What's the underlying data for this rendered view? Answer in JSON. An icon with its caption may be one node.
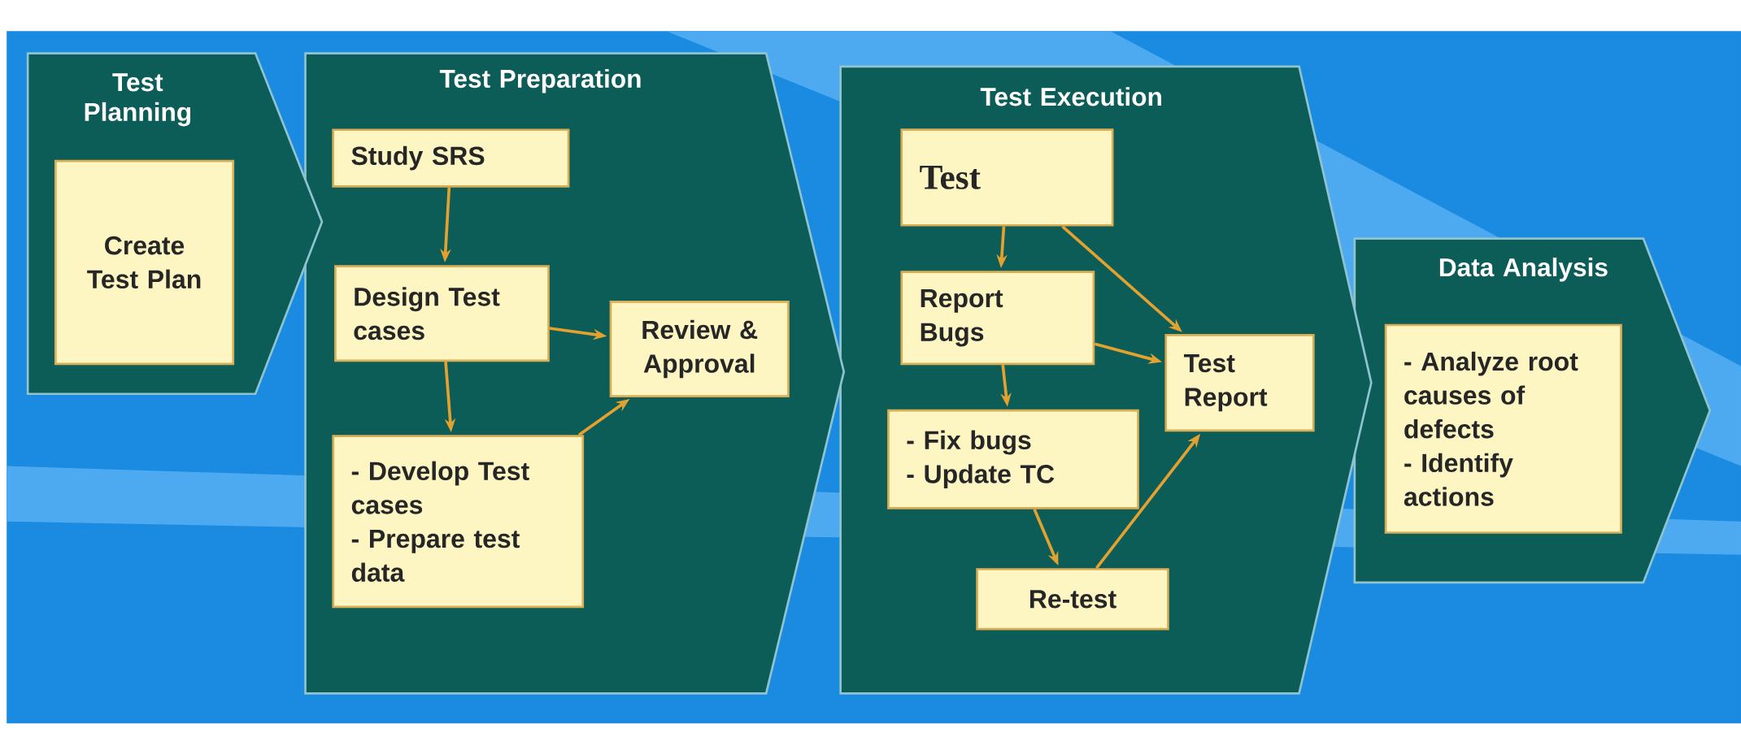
{
  "diagram": {
    "nodes": [
      {
        "text": [
          "Test Planning"
        ]
      },
      {
        "text": [
          "Create Test Plan"
        ],
        "in": 0
      },
      {
        "text": [
          "Test Preparation"
        ]
      },
      {
        "text": [
          "Study SRS"
        ],
        "in": 2
      },
      {
        "text": [
          "Design Test cases"
        ],
        "in": 2
      },
      {
        "text": [
          "Review & Approval"
        ],
        "in": 2
      },
      {
        "text": [
          "- Develop Test cases",
          "- Prepare test data"
        ],
        "in": 2
      },
      {
        "text": [
          "Test Execution"
        ]
      },
      {
        "text": [
          "Test"
        ],
        "in": 7
      },
      {
        "text": [
          "Report Bugs"
        ],
        "in": 7
      },
      {
        "text": [
          "- Fix bugs",
          "- Update TC"
        ],
        "in": 7
      },
      {
        "text": [
          "Test Report"
        ],
        "in": 7
      },
      {
        "text": [
          "Re-test"
        ],
        "in": 7
      },
      {
        "text": [
          "Data Analysis"
        ]
      },
      {
        "text": [
          "- Analyze root causes of defects",
          "- Identify actions"
        ],
        "in": 13
      }
    ],
    "edges": [
      {
        "from": 3,
        "to": 4,
        "arrow": "to"
      },
      {
        "from": 4,
        "to": 5,
        "arrow": "to"
      },
      {
        "from": 4,
        "to": 6,
        "arrow": "to"
      },
      {
        "from": 6,
        "to": 5,
        "arrow": "to"
      },
      {
        "from": 8,
        "to": 9,
        "arrow": "to"
      },
      {
        "from": 8,
        "to": 11,
        "arrow": "to"
      },
      {
        "from": 9,
        "to": 10,
        "arrow": "to"
      },
      {
        "from": 9,
        "to": 11,
        "arrow": "to"
      },
      {
        "from": 10,
        "to": 12,
        "arrow": "to"
      },
      {
        "from": 12,
        "to": 11,
        "arrow": "to"
      }
    ]
  }
}
